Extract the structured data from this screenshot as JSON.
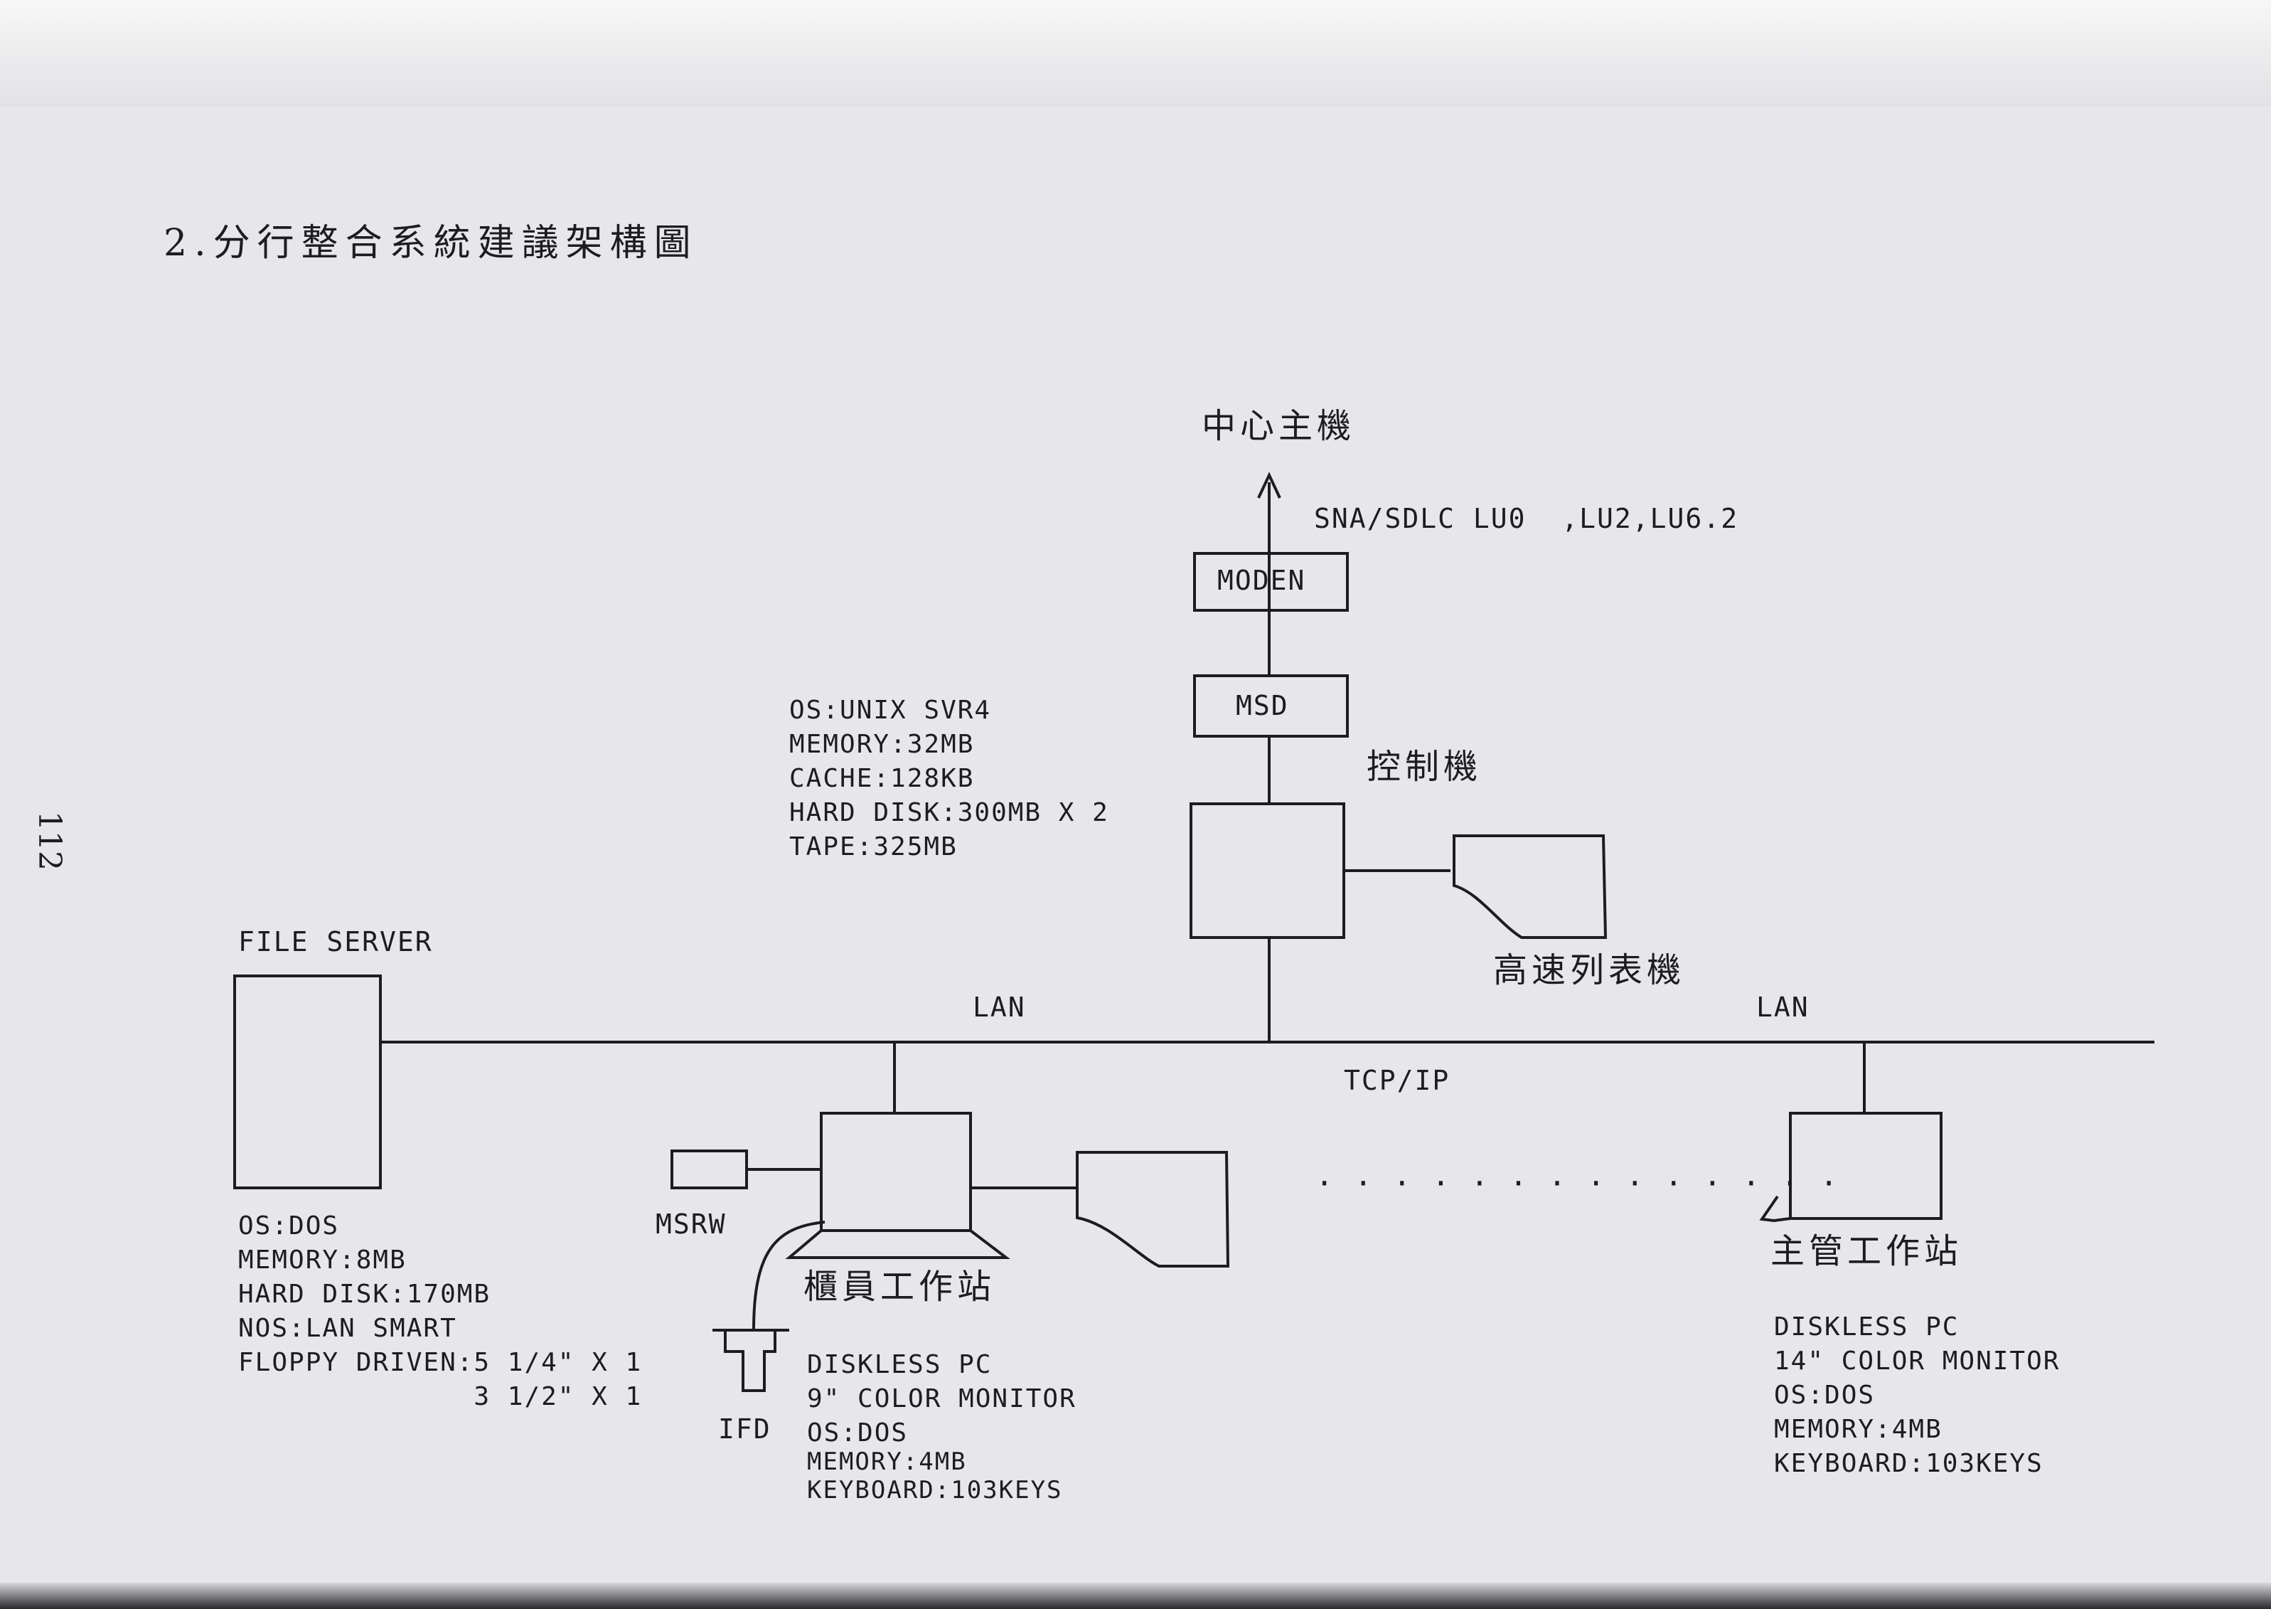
{
  "title": "2.分行整合系統建議架構圖",
  "page_number": "112",
  "center_host": "中心主機",
  "protocol": "SNA/SDLC LU0  ,LU2,LU6.2",
  "moden": "MODEN",
  "msd": "MSD",
  "controller_label": "控制機",
  "controller_specs": [
    "OS:UNIX SVR4",
    "MEMORY:32MB",
    "CACHE:128KB",
    "HARD DISK:300MB X 2",
    "TAPE:325MB"
  ],
  "printer_label": "高速列表機",
  "lan_left": "LAN",
  "lan_right": "LAN",
  "tcpip": "TCP/IP",
  "file_server_label": "FILE SERVER",
  "file_server_specs": [
    "OS:DOS",
    "MEMORY:8MB",
    "HARD DISK:170MB",
    "NOS:LAN SMART",
    "FLOPPY DRIVEN:5 1/4\" X 1",
    "              3 1/2\" X 1"
  ],
  "msrw": "MSRW",
  "teller_label": "櫃員工作站",
  "ifd": "IFD",
  "teller_specs": [
    "DISKLESS PC",
    "9\" COLOR MONITOR",
    "OS:DOS",
    "MEMORY:4MB",
    "KEYBOARD:103KEYS"
  ],
  "supervisor_label": "主管工作站",
  "supervisor_specs": [
    "DISKLESS PC",
    "14\" COLOR MONITOR",
    "OS:DOS",
    "MEMORY:4MB",
    "KEYBOARD:103KEYS"
  ],
  "ellipsis": "· · · · · · · · · · · · · ·"
}
